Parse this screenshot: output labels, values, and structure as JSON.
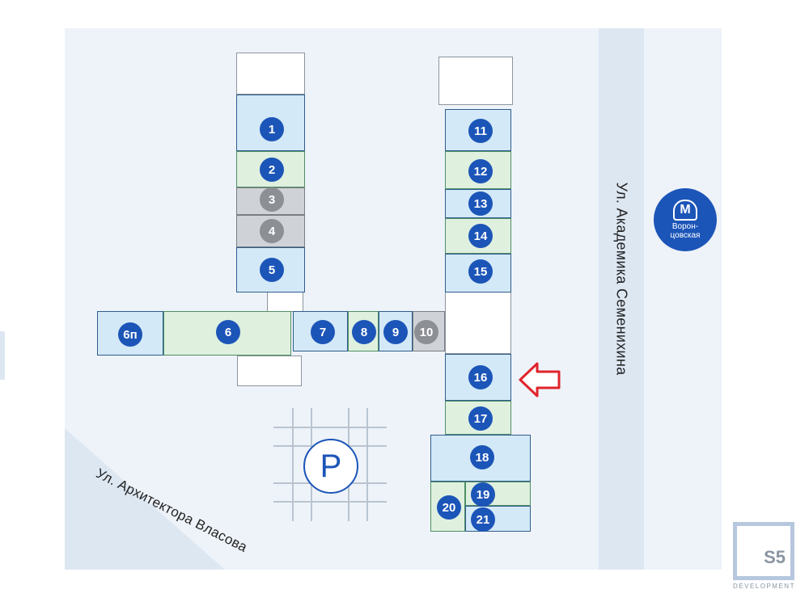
{
  "streets": {
    "right": "Ул. Академика Семенихина",
    "diagonal": "Ул. Архитектора Власова"
  },
  "metro": {
    "letter": "М",
    "station": "Ворон-\nцовская"
  },
  "parking": {
    "label": "P"
  },
  "units": [
    {
      "label": "1",
      "status": "blue"
    },
    {
      "label": "2",
      "status": "green"
    },
    {
      "label": "3",
      "status": "gray"
    },
    {
      "label": "4",
      "status": "gray"
    },
    {
      "label": "5",
      "status": "blue"
    },
    {
      "label": "6п",
      "status": "blue"
    },
    {
      "label": "6",
      "status": "green"
    },
    {
      "label": "7",
      "status": "blue"
    },
    {
      "label": "8",
      "status": "green"
    },
    {
      "label": "9",
      "status": "blue"
    },
    {
      "label": "10",
      "status": "gray"
    },
    {
      "label": "11",
      "status": "blue"
    },
    {
      "label": "12",
      "status": "green"
    },
    {
      "label": "13",
      "status": "blue"
    },
    {
      "label": "14",
      "status": "green"
    },
    {
      "label": "15",
      "status": "blue"
    },
    {
      "label": "16",
      "status": "blue"
    },
    {
      "label": "17",
      "status": "green"
    },
    {
      "label": "18",
      "status": "blue"
    },
    {
      "label": "19",
      "status": "green"
    },
    {
      "label": "20",
      "status": "green"
    },
    {
      "label": "21",
      "status": "blue"
    }
  ],
  "colors": {
    "badge": "#1c55b8",
    "available_blue": "#d3e9f7",
    "available_green": "#dff0df",
    "unavailable": "#cfd2d6",
    "arrow": "#e0242a"
  },
  "logo": {
    "mark": "S5",
    "sub": "DEVELOPMENT"
  }
}
